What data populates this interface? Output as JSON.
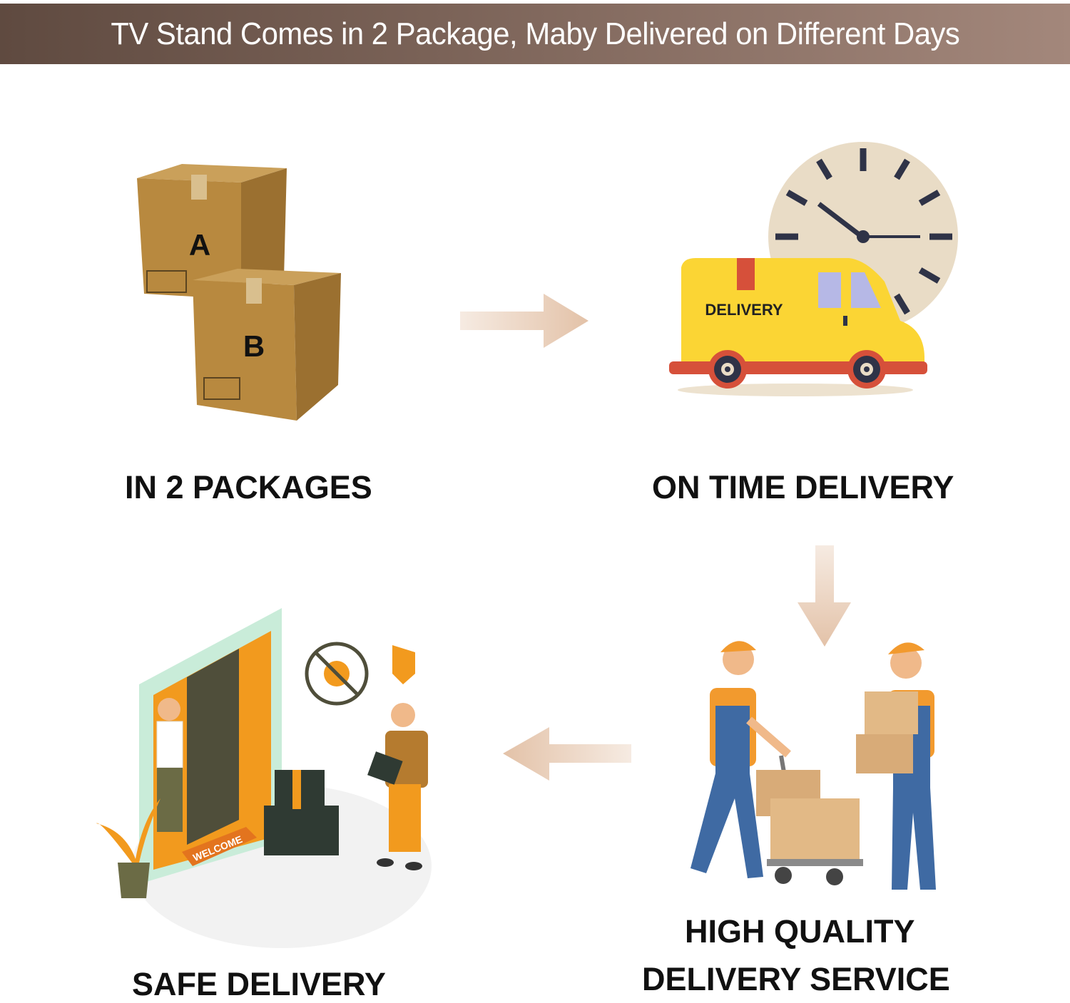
{
  "header": {
    "title": "TV Stand Comes in 2 Package, Maby Delivered on Different Days"
  },
  "steps": [
    {
      "label": "IN 2 PACKAGES",
      "box_a": "A",
      "box_b": "B"
    },
    {
      "label": "ON TIME DELIVERY",
      "van_text": "DELIVERY"
    },
    {
      "label_line1": "HIGH QUALITY",
      "label_line2": "DELIVERY SERVICE"
    },
    {
      "label": "SAFE DELIVERY",
      "mat_text": "WELCOME"
    }
  ],
  "colors": {
    "header_start": "#5f4a40",
    "header_end": "#a3877b",
    "arrow": "#e6c9b3",
    "box": "#b8893f",
    "van": "#fbd534",
    "clock": "#e9dcc6"
  }
}
